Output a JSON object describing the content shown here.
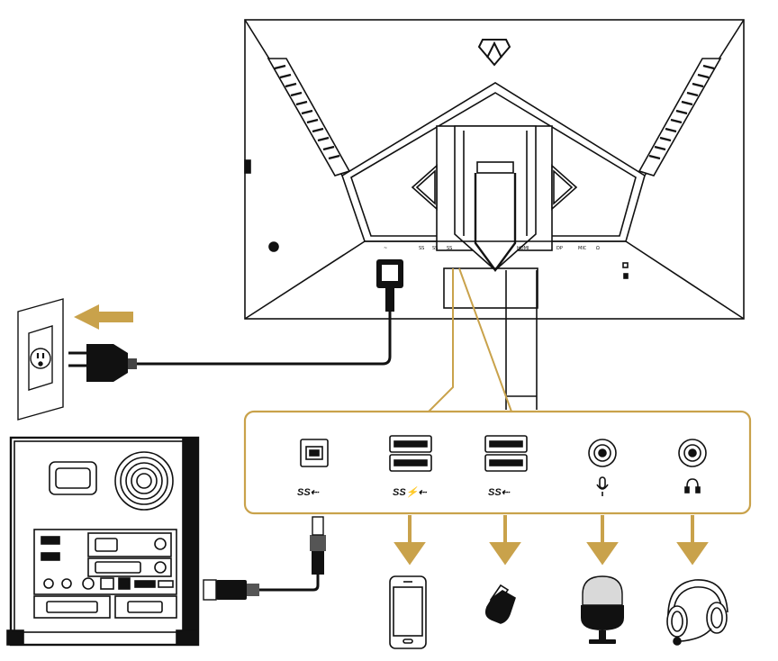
{
  "colors": {
    "line": "#111111",
    "accent": "#c9a24b",
    "arrow": "#c9a24b",
    "device_gray": "#cfcfcf"
  },
  "monitor": {
    "ports": [
      {
        "id": "power",
        "label": "~"
      },
      {
        "id": "usb_up",
        "label": "SS"
      },
      {
        "id": "usb_a",
        "label": "SS"
      },
      {
        "id": "usb_b",
        "label": "SS"
      },
      {
        "id": "hdmi",
        "label": "HDMI"
      },
      {
        "id": "dp",
        "label": "DP"
      },
      {
        "id": "mic",
        "label": "MIC"
      },
      {
        "id": "headphone",
        "label": "Ω"
      }
    ]
  },
  "io_panel": {
    "ports": [
      {
        "id": "usb-b-upstream",
        "icon": "usb-b-port-icon",
        "label": "SS⇠"
      },
      {
        "id": "usb-a-charging",
        "icon": "usb-a-double-port-icon",
        "label": "SS⚡⇠"
      },
      {
        "id": "usb-a-downstream",
        "icon": "usb-a-double-port-icon",
        "label": "SS⇠"
      },
      {
        "id": "mic-in",
        "icon": "audio-jack-icon",
        "label": "🎙"
      },
      {
        "id": "headphone-out",
        "icon": "audio-jack-icon",
        "label": "🎧"
      }
    ]
  },
  "peripherals": [
    {
      "id": "smartphone",
      "icon": "smartphone-icon"
    },
    {
      "id": "usb-drive",
      "icon": "usb-drive-icon"
    },
    {
      "id": "microphone",
      "icon": "microphone-icon"
    },
    {
      "id": "headset",
      "icon": "headset-icon"
    }
  ]
}
